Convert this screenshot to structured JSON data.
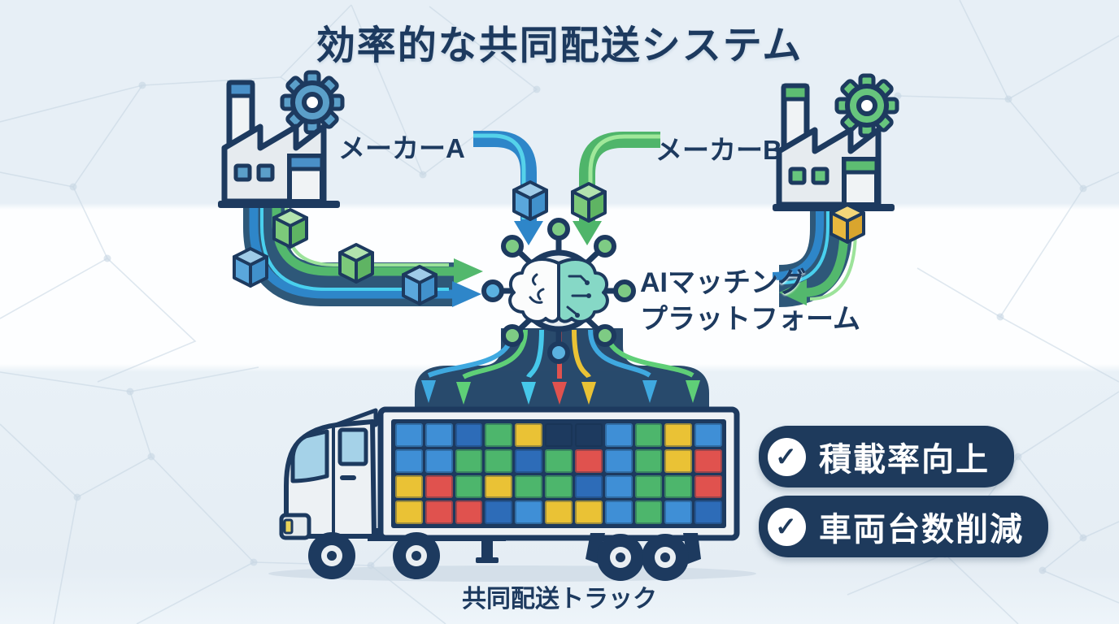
{
  "title": "効率的な共同配送システム",
  "maker_a": {
    "label": "メーカーA"
  },
  "maker_b": {
    "label": "メーカーB"
  },
  "ai_platform": {
    "line1": "AIマッチング",
    "line2": "プラットフォーム"
  },
  "truck": {
    "caption": "共同配送トラック"
  },
  "benefits": {
    "item1": {
      "label": "積載率向上"
    },
    "item2": {
      "label": "車両台数削減"
    }
  },
  "icons": {
    "check": "✓",
    "names": [
      "factory-icon",
      "gear-icon",
      "package-icon",
      "ai-brain-icon",
      "network-node-icon",
      "flow-arrow-icon",
      "truck-icon",
      "check-icon"
    ]
  },
  "colors": {
    "navy": "#1d3a5f",
    "stream_dark": "#1c4a6e",
    "blue": "#2e86c9",
    "cyan": "#49d0ee",
    "green": "#53b86d",
    "light_green": "#9ce39a",
    "red": "#e0524e",
    "yellow": "#eac235",
    "badge_bg": "#1e3a5c",
    "bg_band": "#e7eff6"
  },
  "cargo_grid": {
    "palette": {
      "B": "#3f8fd6",
      "D": "#2d6cb8",
      "G": "#4db66c",
      "Y": "#eac235",
      "R": "#e0524e",
      "N": "#1d3a5f"
    },
    "rows": [
      "BBDGYNNBGYB",
      "BBGGDGRBGYR",
      "YRGYGGDBGGR",
      "YRRDBYYBGBD"
    ]
  }
}
